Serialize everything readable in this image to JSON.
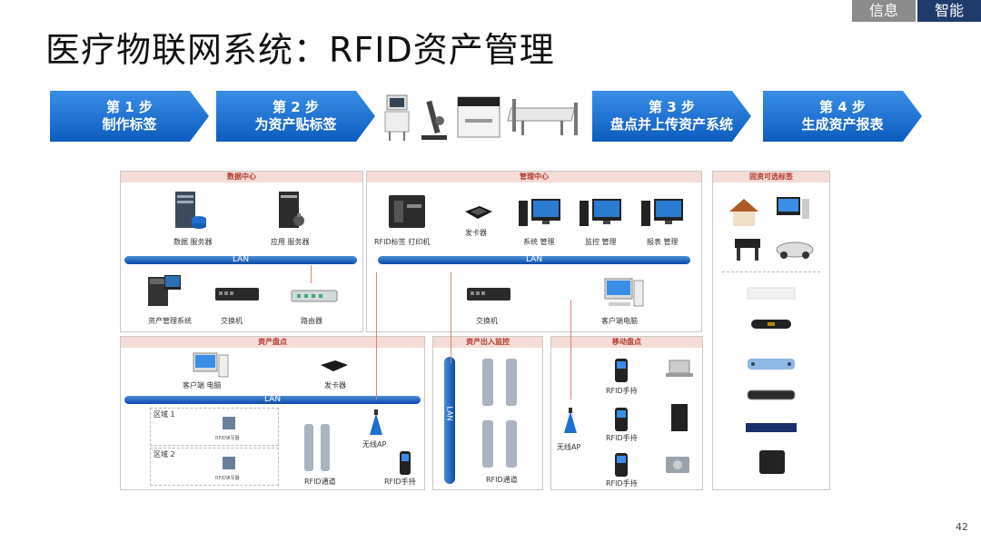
{
  "header": {
    "tag_info": "信息",
    "tag_smart": "智能"
  },
  "title": "医疗物联网系统：RFID资产管理",
  "steps": [
    {
      "num": "第 1 步",
      "text": "制作标签"
    },
    {
      "num": "第 2 步",
      "text": "为资产贴标签"
    },
    {
      "num": "第 3 步",
      "text": "盘点并上传资产系统"
    },
    {
      "num": "第 4 步",
      "text": "生成资产报表"
    }
  ],
  "data_center": {
    "title": "数据中心",
    "db_server": "数据 服务器",
    "app_server": "应用 服务器",
    "lan": "LAN",
    "asset_system": "资产管理系统",
    "switch": "交换机",
    "router": "路由器"
  },
  "mgmt_center": {
    "title": "管理中心",
    "printer": "RFID标签 打印机",
    "card_issuer": "发卡器",
    "sys_mgmt": "系统 管理",
    "monitor_mgmt": "监控 管理",
    "report_mgmt": "报表 管理",
    "lan": "LAN",
    "switch": "交换机",
    "client_pc": "客户端电脑"
  },
  "fixed_assets": {
    "title": "固资可选标签"
  },
  "inventory": {
    "title": "资产盘点",
    "client_pc": "客户端 电脑",
    "card_issuer": "发卡器",
    "lan": "LAN",
    "zone1": "区域 1",
    "zone2": "区域 2",
    "reader": "RFID读写器",
    "wireless_ap": "无线AP",
    "rfid_channel": "RFID通道",
    "rfid_handheld": "RFID手持"
  },
  "entry_exit": {
    "title": "资产出入监控",
    "lan": "LAN",
    "rfid_channel": "RFID通道"
  },
  "mobile": {
    "title": "移动盘点",
    "wireless_ap": "无线AP",
    "rfid_handheld": "RFID手持"
  },
  "page_number": "42",
  "colors": {
    "accent_blue": "#0d5cc0",
    "panel_header": "#f6dcd6",
    "header_text": "#b03a2e",
    "connector": "#d9867a"
  }
}
